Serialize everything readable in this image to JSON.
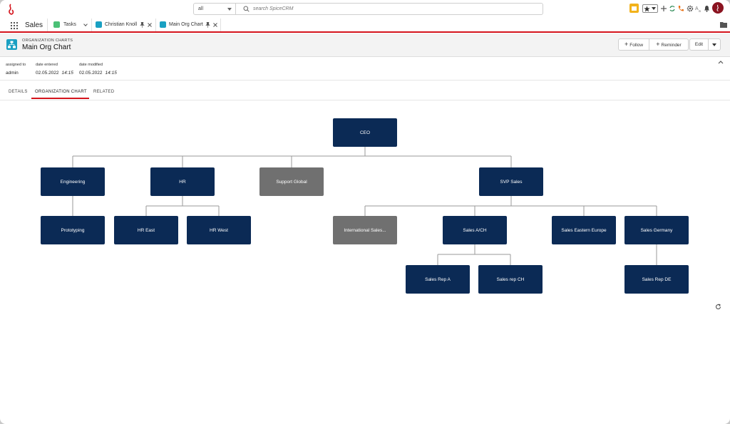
{
  "topbar": {
    "scope_value": "all",
    "search_placeholder": "search SpiceCRM"
  },
  "nav": {
    "app_name": "Sales",
    "tabs": [
      {
        "label": "Tasks"
      },
      {
        "label": "Christian Knoll"
      },
      {
        "label": "Main Org Chart"
      }
    ]
  },
  "record": {
    "module": "ORGANIZATION CHARTS",
    "name": "Main Org Chart",
    "buttons": {
      "follow": "Follow",
      "reminder": "Reminder",
      "edit": "Edit"
    },
    "fields": {
      "assigned_label": "assigned to",
      "assigned_value": "admin",
      "entered_label": "date entered",
      "entered_date": "02.05.2022",
      "entered_time": "14:15",
      "modified_label": "date modified",
      "modified_date": "02.05.2022",
      "modified_time": "14:15"
    },
    "tabs": {
      "details": "DETAILS",
      "org_chart": "ORGANIZATION CHART",
      "related": "RELATED"
    }
  },
  "org_chart": {
    "colors": {
      "node": "#0b2a55",
      "node_inactive": "#707070",
      "connector": "#9a9a9a"
    },
    "nodes": {
      "ceo": "CEO",
      "engineering": "Engineering",
      "hr": "HR",
      "support_global": "Support Global",
      "svp_sales": "SVP Sales",
      "prototyping": "Prototyping",
      "hr_east": "HR East",
      "hr_west": "HR West",
      "international_sales": "International Sales...",
      "sales_ach": "Sales A/CH",
      "sales_eastern_europe": "Sales Eastern Europe",
      "sales_germany": "Sales Germany",
      "sales_rep_a": "Sales Rep A",
      "sales_rep_ch": "Sales rep CH",
      "sales_rep_de": "Sales Rep DE"
    }
  }
}
